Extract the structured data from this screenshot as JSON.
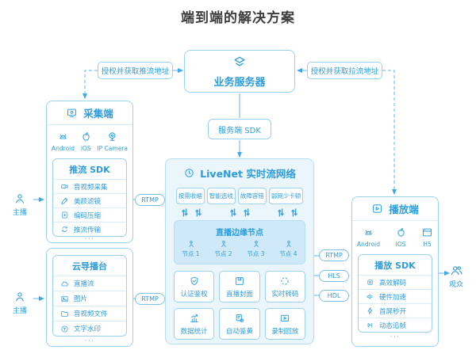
{
  "title": "端到端的解决方案",
  "colors": {
    "accent": "#2E9CDB",
    "border": "#9CD1F1",
    "panel_bg": "#EAF5FC",
    "edge_bg": "#CFE9F9"
  },
  "server": {
    "label": "业务服务器"
  },
  "auth": {
    "push": "授权并获取推流地址",
    "pull": "授权并获取拉流地址"
  },
  "server_sdk": {
    "label": "服务端 SDK"
  },
  "roles": {
    "anchor": "主播",
    "audience": "观众"
  },
  "collector": {
    "title": "采集端",
    "platforms": [
      {
        "name": "Android"
      },
      {
        "name": "iOS"
      },
      {
        "name": "IP Camera"
      }
    ],
    "sdk_title": "推流 SDK",
    "sdk_items": [
      "音视频采集",
      "美颜滤镜",
      "编码压缩",
      "推流传输"
    ],
    "more": "···"
  },
  "studio": {
    "title": "云导播台",
    "items": [
      "直播流",
      "图片",
      "音视频文件",
      "文字水印"
    ],
    "more": "···"
  },
  "livenet": {
    "title": "LiveNet 实时流网络",
    "features": [
      "按需收缩",
      "智能选线",
      "故障容错",
      "弱网少卡顿"
    ],
    "edge": {
      "title": "直播边缘节点",
      "nodes": [
        "节点 1",
        "节点 2",
        "节点 3",
        "节点 4"
      ]
    },
    "services": [
      "认证鉴权",
      "直播封面",
      "实时转码",
      "数据统计",
      "自动鉴黄",
      "录制回放"
    ]
  },
  "player": {
    "title": "播放端",
    "platforms": [
      {
        "name": "Android"
      },
      {
        "name": "iOS"
      },
      {
        "name": "H5"
      }
    ],
    "sdk_title": "播放 SDK",
    "sdk_items": [
      "高效解码",
      "硬件加速",
      "首屏秒开",
      "动态追帧"
    ],
    "more": "···"
  },
  "protocols": {
    "push_top": "RTMP",
    "push_bottom": "RTMP",
    "pull": [
      "RTMP",
      "HLS",
      "HDL"
    ]
  }
}
